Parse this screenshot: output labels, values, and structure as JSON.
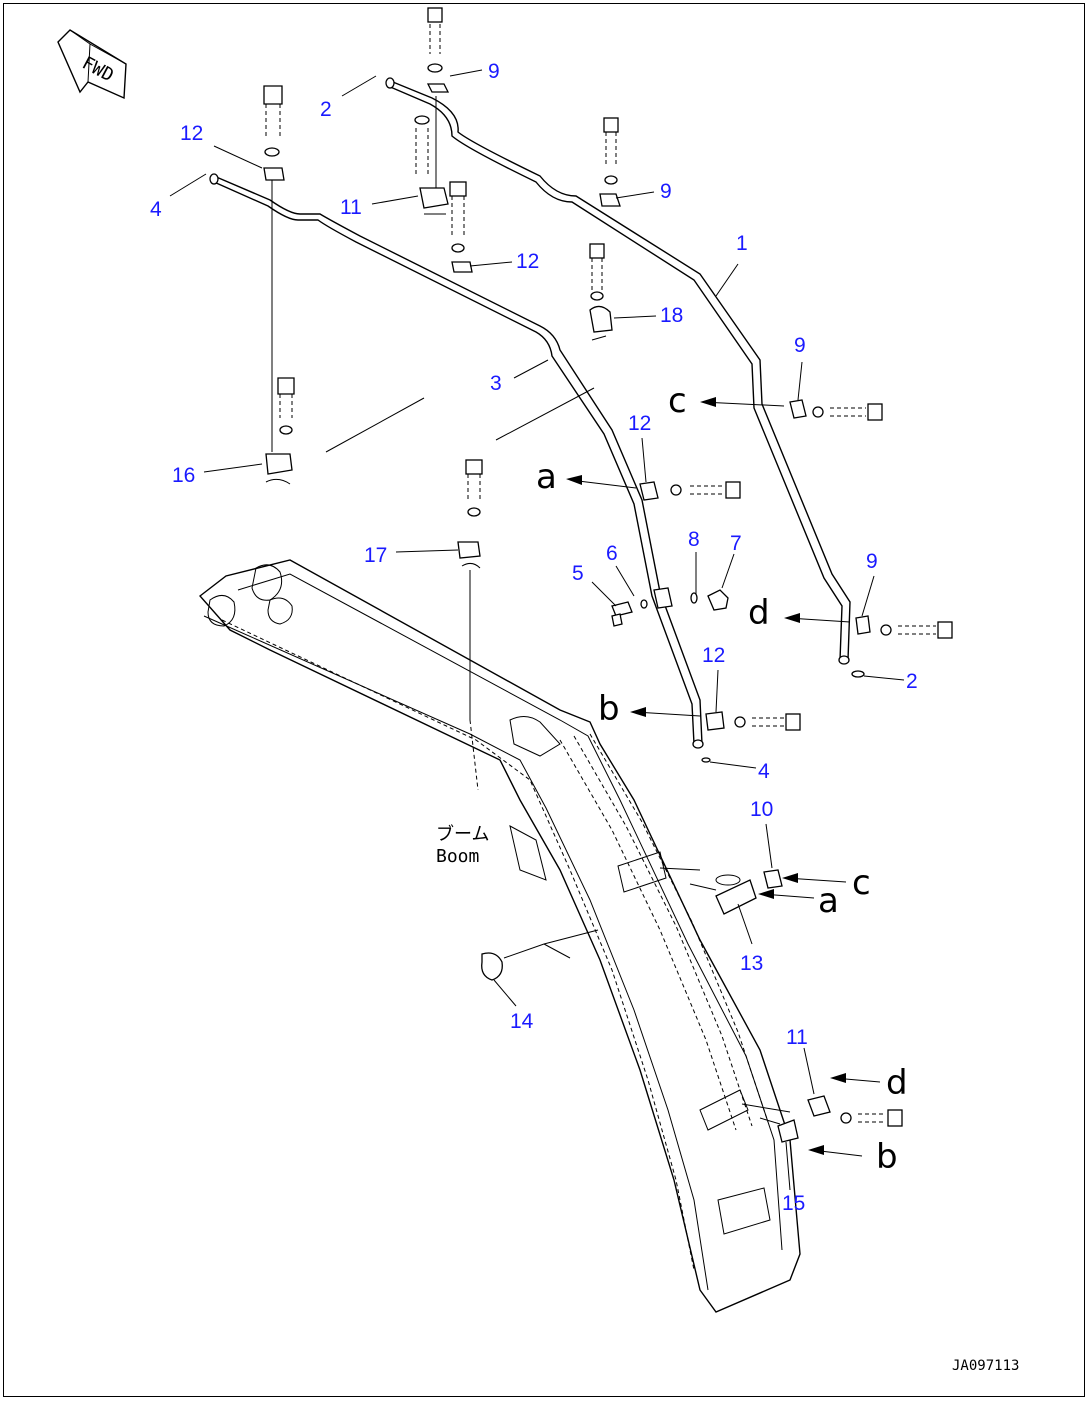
{
  "figure_code": "JA097113",
  "fwd_label": "FWD",
  "boom_label_jp": "ブーム",
  "boom_label_en": "Boom",
  "callouts": [
    {
      "id": "c1",
      "text": "1"
    },
    {
      "id": "c2a",
      "text": "2"
    },
    {
      "id": "c2b",
      "text": "2"
    },
    {
      "id": "c3",
      "text": "3"
    },
    {
      "id": "c4a",
      "text": "4"
    },
    {
      "id": "c4b",
      "text": "4"
    },
    {
      "id": "c5",
      "text": "5"
    },
    {
      "id": "c6",
      "text": "6"
    },
    {
      "id": "c7",
      "text": "7"
    },
    {
      "id": "c8",
      "text": "8"
    },
    {
      "id": "c9a",
      "text": "9"
    },
    {
      "id": "c9b",
      "text": "9"
    },
    {
      "id": "c9c",
      "text": "9"
    },
    {
      "id": "c9d",
      "text": "9"
    },
    {
      "id": "c10",
      "text": "10"
    },
    {
      "id": "c11a",
      "text": "11"
    },
    {
      "id": "c11b",
      "text": "11"
    },
    {
      "id": "c12a",
      "text": "12"
    },
    {
      "id": "c12b",
      "text": "12"
    },
    {
      "id": "c12c",
      "text": "12"
    },
    {
      "id": "c12d",
      "text": "12"
    },
    {
      "id": "c13",
      "text": "13"
    },
    {
      "id": "c14",
      "text": "14"
    },
    {
      "id": "c15",
      "text": "15"
    },
    {
      "id": "c16",
      "text": "16"
    },
    {
      "id": "c17",
      "text": "17"
    },
    {
      "id": "c18",
      "text": "18"
    }
  ],
  "ref_letters": [
    {
      "id": "r_c_top",
      "text": "c"
    },
    {
      "id": "r_a_top",
      "text": "a"
    },
    {
      "id": "r_d_top",
      "text": "d"
    },
    {
      "id": "r_b_top",
      "text": "b"
    },
    {
      "id": "r_c_bot",
      "text": "c"
    },
    {
      "id": "r_a_bot",
      "text": "a"
    },
    {
      "id": "r_d_bot",
      "text": "d"
    },
    {
      "id": "r_b_bot",
      "text": "b"
    }
  ]
}
